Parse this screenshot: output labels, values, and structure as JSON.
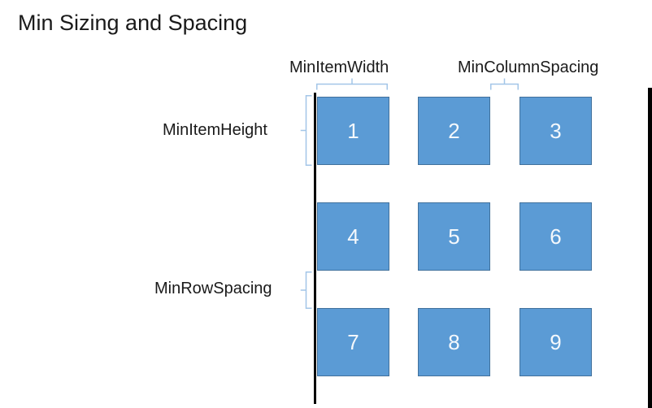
{
  "title": "Min Sizing and Spacing",
  "annotations": {
    "min_item_width": "MinItemWidth",
    "min_column_spacing": "MinColumnSpacing",
    "min_item_height": "MinItemHeight",
    "min_row_spacing": "MinRowSpacing"
  },
  "grid": {
    "rows": 3,
    "columns": 3,
    "items": [
      "1",
      "2",
      "3",
      "4",
      "5",
      "6",
      "7",
      "8",
      "9"
    ]
  },
  "colors": {
    "background": "#FFFFFF",
    "item_fill": "#5B9BD5",
    "item_border": "#41719C",
    "item_text": "#F4F8FC",
    "brace": "#A3C6E8",
    "guide_line": "#000000",
    "label_text": "#1A1A1A"
  }
}
